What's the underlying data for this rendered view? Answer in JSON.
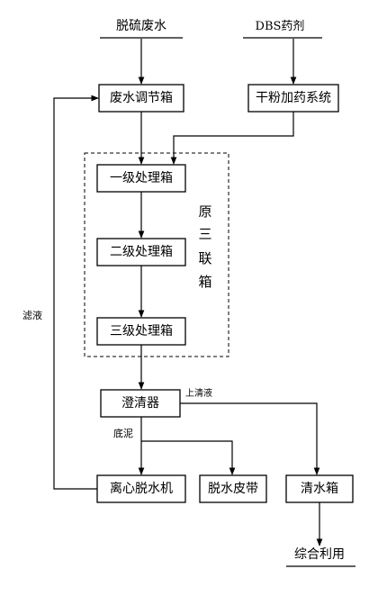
{
  "nodes": {
    "wastewater_in": "脱硫废水",
    "dbs_agent": "DBS药剂",
    "regulating_tank": "废水调节箱",
    "dry_powder_system": "干粉加药系统",
    "stage1": "一级处理箱",
    "stage2": "二级处理箱",
    "stage3": "三级处理箱",
    "clarifier": "澄清器",
    "centrifuge": "离心脱水机",
    "belt": "脱水皮带",
    "clear_tank": "清水箱",
    "reuse": "综合利用"
  },
  "group_label": [
    "原",
    "三",
    "联",
    "箱"
  ],
  "edge_labels": {
    "filtrate": "滤液",
    "supernatant": "上清液",
    "sludge": "底泥"
  }
}
